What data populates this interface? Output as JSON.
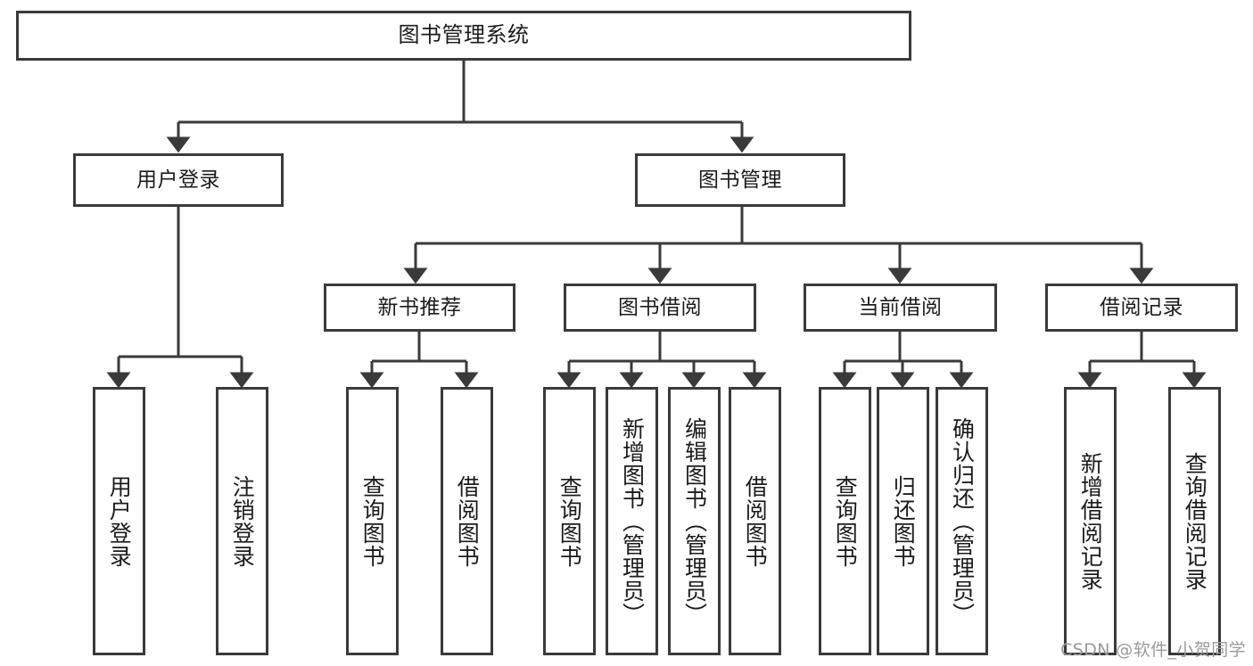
{
  "diagram": {
    "title": "图书管理系统",
    "watermark": "CSDN @软件_小贺同学",
    "line_color": "#3a3a3a",
    "box_border_color": "#3a3a3a",
    "background": "#ffffff",
    "text_color": "#1b1b1b",
    "root": {
      "label": "图书管理系统"
    },
    "level2": [
      {
        "label": "用户登录"
      },
      {
        "label": "图书管理"
      }
    ],
    "level3": [
      {
        "label": "新书推荐"
      },
      {
        "label": "图书借阅"
      },
      {
        "label": "当前借阅"
      },
      {
        "label": "借阅记录"
      }
    ],
    "leaves": {
      "user_login": [
        {
          "label": "用户登录"
        },
        {
          "label": "注销登录"
        }
      ],
      "new_book_recommend": [
        {
          "label": "查询图书"
        },
        {
          "label": "借阅图书"
        }
      ],
      "book_borrow": [
        {
          "label": "查询图书"
        },
        {
          "label": "新增图书（管理员）"
        },
        {
          "label": "编辑图书（管理员）"
        },
        {
          "label": "借阅图书"
        }
      ],
      "current_borrow": [
        {
          "label": "查询图书"
        },
        {
          "label": "归还图书"
        },
        {
          "label": "确认归还（管理员）"
        }
      ],
      "borrow_record": [
        {
          "label": "新增借阅记录"
        },
        {
          "label": "查询借阅记录"
        }
      ]
    }
  }
}
